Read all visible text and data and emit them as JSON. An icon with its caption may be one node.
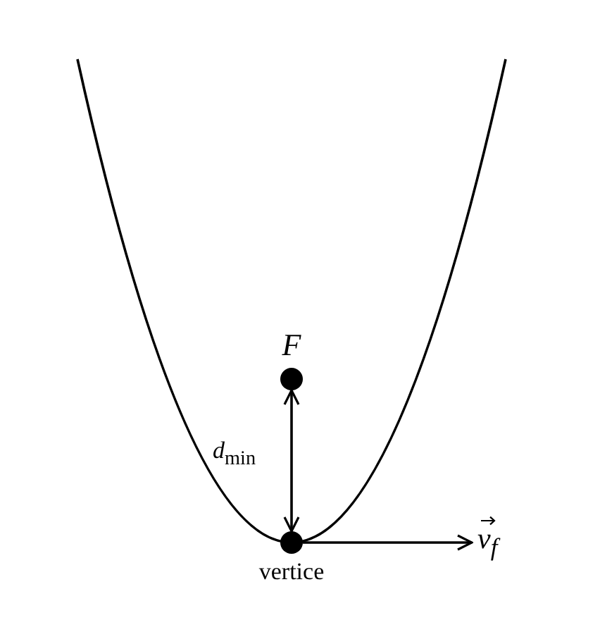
{
  "diagram": {
    "nodes": [
      {
        "text": [
          "F"
        ]
      },
      {
        "text": [
          "vertice"
        ]
      },
      {
        "text": [
          "v$_{f}$"
        ]
      }
    ],
    "edges": [
      {
        "from": 0,
        "to": 1,
        "arrow": "both",
        "label": "*d*$_{min}$"
      },
      {
        "from": 1,
        "to": 2,
        "arrow": "to"
      }
    ]
  }
}
